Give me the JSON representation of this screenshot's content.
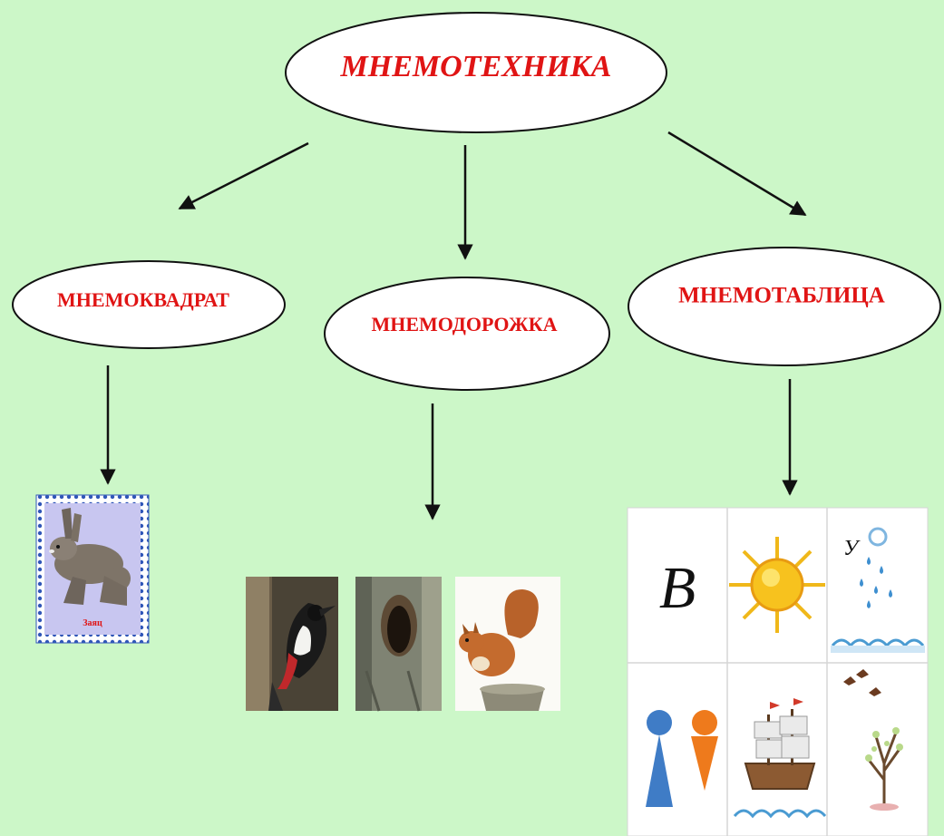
{
  "root": {
    "label": "МНЕМОТЕХНИКА"
  },
  "branches": [
    {
      "label": "МНЕМОКВАДРАТ"
    },
    {
      "label": "МНЕМОДОРОЖКА"
    },
    {
      "label": "МНЕМОТАБЛИЦА"
    }
  ],
  "mnemosquare": {
    "picture": "hare-icon",
    "caption": "Заяц"
  },
  "mnemotrack": {
    "pictures": [
      "woodpecker-icon",
      "tree-hollow-icon",
      "squirrel-icon"
    ]
  },
  "mnemotable": {
    "cells": [
      {
        "icon": "letter-v-icon",
        "text": "В"
      },
      {
        "icon": "sun-icon"
      },
      {
        "icon": "rain-cloud-icon",
        "text": "У"
      },
      {
        "icon": "two-figures-icon"
      },
      {
        "icon": "sailing-ship-icon"
      },
      {
        "icon": "birds-and-tree-icon"
      }
    ]
  },
  "colors": {
    "background": "#ccf7c8",
    "label": "#e01414",
    "line": "#111111"
  }
}
